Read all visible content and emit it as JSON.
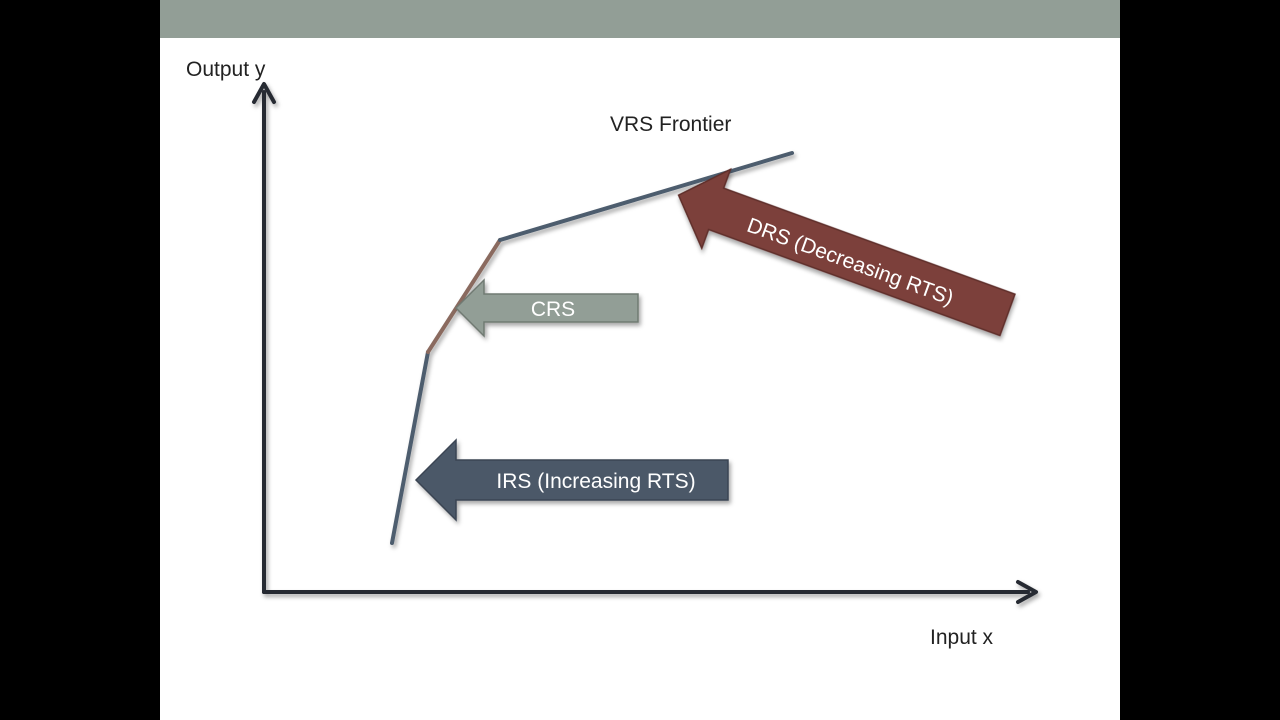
{
  "diagram": {
    "y_axis_label": "Output y",
    "x_axis_label": "Input x",
    "frontier_label": "VRS Frontier",
    "arrows": {
      "irs": "IRS (Increasing RTS)",
      "crs": "CRS",
      "drs": "DRS (Decreasing RTS)"
    }
  },
  "colors": {
    "header_band": "#929e96",
    "axis": "#262a33",
    "frontier_irs": "#4e5d6e",
    "frontier_crs": "#8a6b5e",
    "frontier_drs": "#4e5d6e",
    "irs_arrow_fill": "#4b5867",
    "crs_arrow_fill": "#929e96",
    "drs_arrow_fill": "#7b413b",
    "label_text": "#222222",
    "arrow_text": "#ffffff"
  }
}
